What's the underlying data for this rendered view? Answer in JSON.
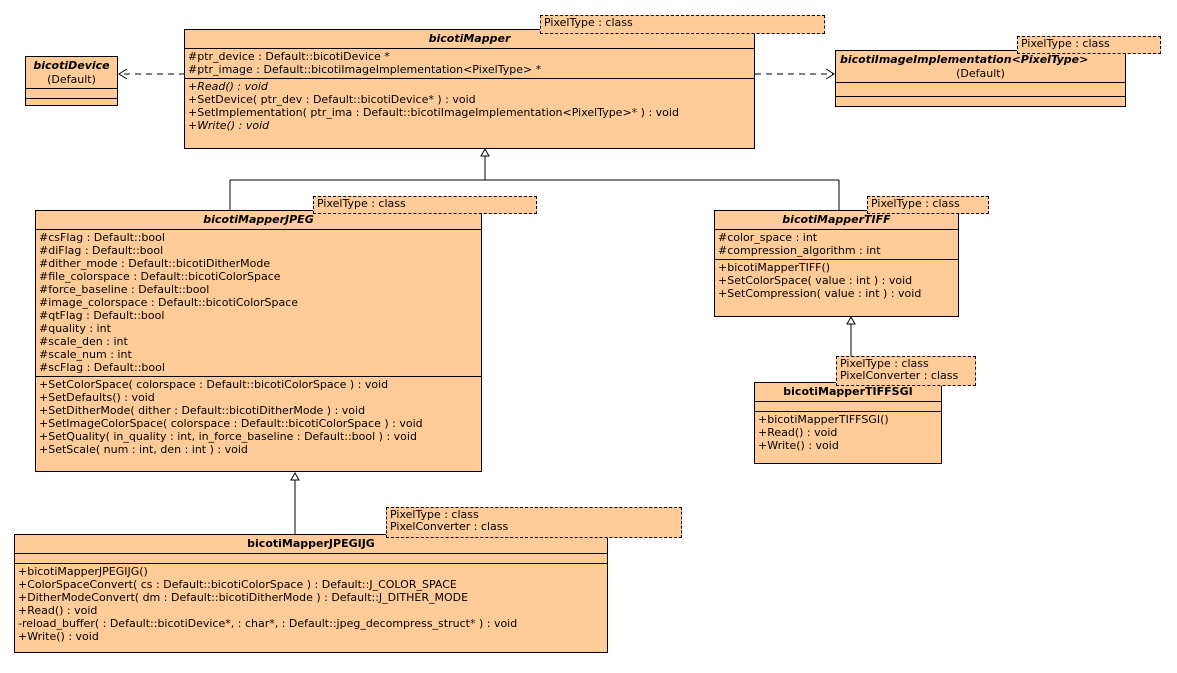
{
  "classes": {
    "mapper": {
      "name": "bicotiMapper",
      "template": [
        "PixelType : class"
      ],
      "attributes": [
        "#ptr_device : Default::bicotiDevice *",
        "#ptr_image : Default::bicotiImageImplementation<PixelType> *"
      ],
      "operations": [
        "+Read() : void",
        "+SetDevice( ptr_dev : Default::bicotiDevice* ) : void",
        "+SetImplementation( ptr_ima : Default::bicotiImageImplementation<PixelType>* ) : void",
        "+Write() : void"
      ]
    },
    "device": {
      "name": "bicotiDevice",
      "stereotype": "(Default)"
    },
    "image_impl": {
      "name": "bicotiImageImplementation<PixelType>",
      "stereotype": "(Default)",
      "template": [
        "PixelType : class"
      ]
    },
    "jpeg": {
      "name": "bicotiMapperJPEG",
      "template": [
        "PixelType : class"
      ],
      "attributes": [
        "#csFlag : Default::bool",
        "#diFlag : Default::bool",
        "#dither_mode : Default::bicotiDitherMode",
        "#file_colorspace : Default::bicotiColorSpace",
        "#force_baseline : Default::bool",
        "#image_colorspace : Default::bicotiColorSpace",
        "#qtFlag : Default::bool",
        "#quality : int",
        "#scale_den : int",
        "#scale_num : int",
        "#scFlag : Default::bool"
      ],
      "operations": [
        "+SetColorSpace( colorspace : Default::bicotiColorSpace ) : void",
        "+SetDefaults() : void",
        "+SetDitherMode( dither : Default::bicotiDitherMode ) : void",
        "+SetImageColorSpace( colorspace : Default::bicotiColorSpace ) : void",
        "+SetQuality( in_quality : int, in_force_baseline : Default::bool ) : void",
        "+SetScale( num : int, den : int ) : void"
      ]
    },
    "tiff": {
      "name": "bicotiMapperTIFF",
      "template": [
        "PixelType : class"
      ],
      "attributes": [
        "#color_space : int",
        "#compression_algorithm : int"
      ],
      "operations": [
        "+bicotiMapperTIFF()",
        "+SetColorSpace( value : int ) : void",
        "+SetCompression( value : int ) : void"
      ]
    },
    "tiffsgi": {
      "name": "bicotiMapperTIFFSGI",
      "template": [
        "PixelType : class",
        "PixelConverter : class"
      ],
      "attributes": [],
      "operations": [
        "+bicotiMapperTIFFSGI()",
        "+Read() : void",
        "+Write() : void"
      ]
    },
    "jpegijg": {
      "name": "bicotiMapperJPEGIJG",
      "template": [
        "PixelType : class",
        "PixelConverter : class"
      ],
      "attributes": [],
      "operations": [
        "+bicotiMapperJPEGIJG()",
        "+ColorSpaceConvert( cs : Default::bicotiColorSpace ) : Default::J_COLOR_SPACE",
        "+DitherModeConvert( dm : Default::bicotiDitherMode ) : Default::J_DITHER_MODE",
        "+Read() : void",
        "-reload_buffer(  : Default::bicotiDevice*,  : char*,  : Default::jpeg_decompress_struct* ) : void",
        "+Write() : void"
      ]
    }
  }
}
